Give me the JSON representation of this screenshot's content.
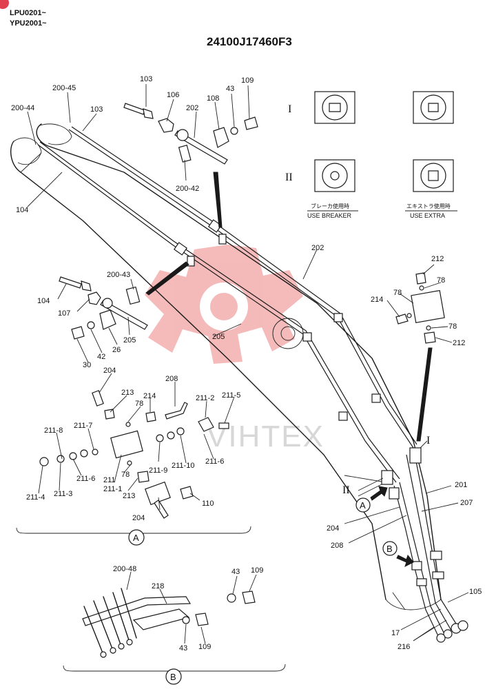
{
  "header": {
    "serial_1": "LPU0201~",
    "serial_2": "YPU2001~",
    "code": "24100J17460F3"
  },
  "views": {
    "roman_1": "I",
    "roman_2": "II",
    "breaker_jp": "ブレーカ使用時",
    "breaker_en": "USE BREAKER",
    "extra_jp": "エキストラ使用時",
    "extra_en": "USE EXTRA"
  },
  "watermark": "VIHTEX",
  "labels": {
    "l200_45": "200-45",
    "l200_44": "200-44",
    "l103a": "103",
    "l103b": "103",
    "l106": "106",
    "l202a": "202",
    "l108": "108",
    "l43a": "43",
    "l109a": "109",
    "l200_42": "200-42",
    "l104a": "104",
    "l202b": "202",
    "l212a": "212",
    "l78a": "78",
    "l214a": "214",
    "l78b": "78",
    "l78c": "78",
    "l212b": "212",
    "l200_43": "200-43",
    "l104b": "104",
    "l107": "107",
    "l205a": "205",
    "l205b": "205",
    "l26": "26",
    "l42": "42",
    "l30": "30",
    "l204a": "204",
    "l208a": "208",
    "l213a": "213",
    "l78d": "78",
    "l214b": "214",
    "l211_2": "211-2",
    "l211_5": "211-5",
    "l211_8": "211-8",
    "l211_7": "211-7",
    "l211_6a": "211-6",
    "l211_6b": "211-6",
    "l211_9": "211-9",
    "l211_10": "211-10",
    "l211": "211",
    "l211_1": "211-1",
    "l78e": "78",
    "l213b": "213",
    "l211_4": "211-4",
    "l211_3": "211-3",
    "l110": "110",
    "l204b": "204",
    "lI": "I",
    "lII": "II",
    "l201": "201",
    "l207": "207",
    "l204c": "204",
    "l208b": "208",
    "l105": "105",
    "l17": "17",
    "l216": "216",
    "l200_48": "200-48",
    "l43b": "43",
    "l109b": "109",
    "l218": "218",
    "l43c": "43",
    "l109c": "109"
  },
  "markers": {
    "a": "A",
    "b": "B",
    "a_small": "A",
    "b_small": "B"
  }
}
